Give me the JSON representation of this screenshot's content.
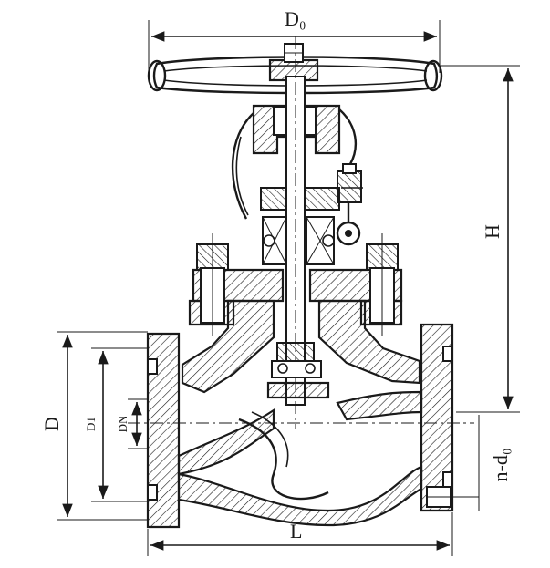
{
  "labels": {
    "d0": "D₀",
    "h": "H",
    "d": "D",
    "d1": "D1",
    "dn": "DN",
    "l": "L",
    "nd0": "n-d₀"
  },
  "colors": {
    "line": "#1a1a1a",
    "background": "#ffffff"
  }
}
